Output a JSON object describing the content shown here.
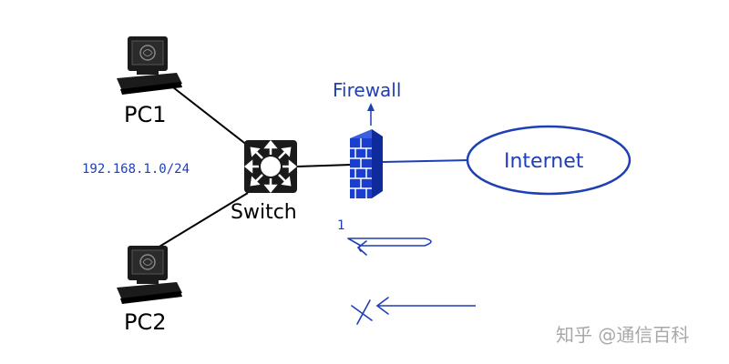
{
  "nodes": {
    "pc1": {
      "label": "PC1"
    },
    "pc2": {
      "label": "PC2"
    },
    "switch": {
      "label": "Switch"
    },
    "firewall": {
      "label": "Firewall"
    },
    "internet": {
      "label": "Internet"
    }
  },
  "subnet_label": "192.168.1.0/24",
  "flow_annotation": {
    "number": "1"
  },
  "watermark": "知乎 @通信百科",
  "colors": {
    "ink": "#000000",
    "blue": "#1f3fb5",
    "firewall_brick": "#1a3fd0",
    "background": "#ffffff"
  }
}
